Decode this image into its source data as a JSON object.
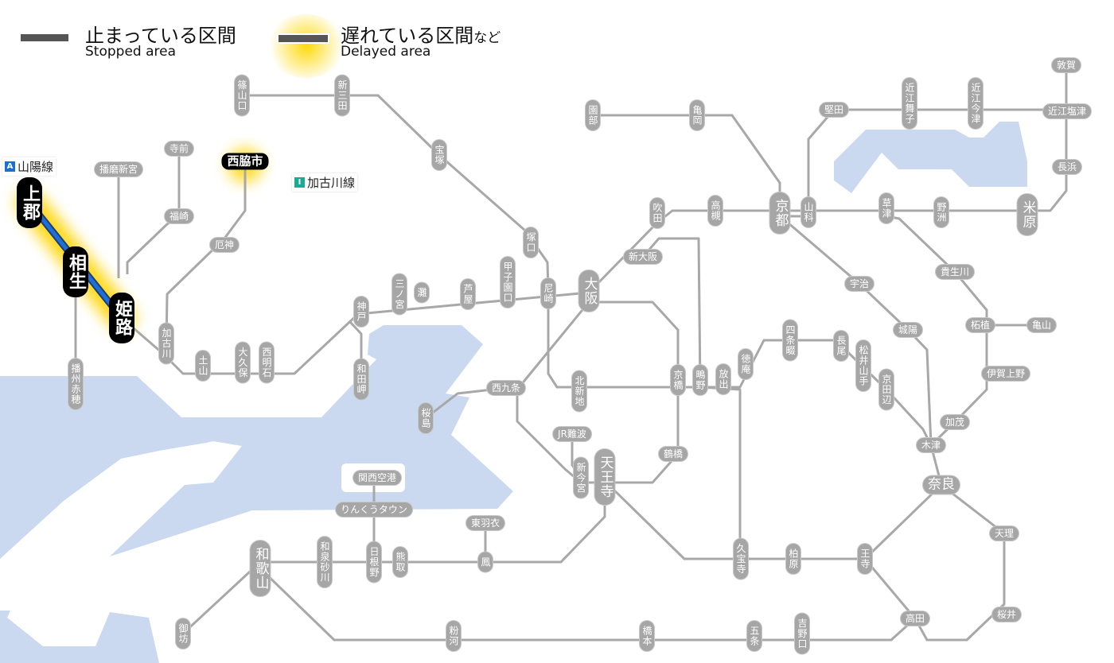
{
  "legend": {
    "stopped": {
      "label_jp": "止まっている区間",
      "label_en": "Stopped area"
    },
    "delayed": {
      "label_jp": "遅れている区間",
      "label_jp_suffix": "など",
      "label_en": "Delayed area"
    }
  },
  "routes": [
    {
      "badge": "A",
      "name": "山陽線",
      "color": "#1a6fd1"
    },
    {
      "badge": "I",
      "name": "加古川線",
      "color": "#1aab94"
    }
  ],
  "colors": {
    "line": "#a8a8a8",
    "water": "#cad8f0",
    "delayed_line": "#1e6fd6",
    "glow": "#ffd700"
  },
  "stations": [
    {
      "name": "篠山口"
    },
    {
      "name": "新三田"
    },
    {
      "name": "宝塚"
    },
    {
      "name": "寺前"
    },
    {
      "name": "播磨新宮"
    },
    {
      "name": "西脇市",
      "status": "delayed"
    },
    {
      "name": "福崎"
    },
    {
      "name": "厄神"
    },
    {
      "name": "上郡",
      "status": "delayed"
    },
    {
      "name": "相生",
      "status": "delayed"
    },
    {
      "name": "姫路",
      "status": "delayed"
    },
    {
      "name": "播州赤穂"
    },
    {
      "name": "加古川"
    },
    {
      "name": "土山"
    },
    {
      "name": "大久保"
    },
    {
      "name": "西明石"
    },
    {
      "name": "神戸"
    },
    {
      "name": "和田岬"
    },
    {
      "name": "三ノ宮"
    },
    {
      "name": "灘"
    },
    {
      "name": "芦屋"
    },
    {
      "name": "甲子園口"
    },
    {
      "name": "尼崎"
    },
    {
      "name": "塚口"
    },
    {
      "name": "大阪"
    },
    {
      "name": "新大阪"
    },
    {
      "name": "吹田"
    },
    {
      "name": "高槻"
    },
    {
      "name": "京都"
    },
    {
      "name": "山科"
    },
    {
      "name": "草津"
    },
    {
      "name": "野洲"
    },
    {
      "name": "米原"
    },
    {
      "name": "長浜"
    },
    {
      "name": "近江塩津"
    },
    {
      "name": "敦賀"
    },
    {
      "name": "近江今津"
    },
    {
      "name": "近江舞子"
    },
    {
      "name": "堅田"
    },
    {
      "name": "亀岡"
    },
    {
      "name": "園部"
    },
    {
      "name": "宇治"
    },
    {
      "name": "貴生川"
    },
    {
      "name": "城陽"
    },
    {
      "name": "柘植"
    },
    {
      "name": "亀山"
    },
    {
      "name": "伊賀上野"
    },
    {
      "name": "京田辺"
    },
    {
      "name": "松井山手"
    },
    {
      "name": "長尾"
    },
    {
      "name": "四条畷"
    },
    {
      "name": "徳庵"
    },
    {
      "name": "放出"
    },
    {
      "name": "鴫野"
    },
    {
      "name": "京橋"
    },
    {
      "name": "北新地"
    },
    {
      "name": "西九条"
    },
    {
      "name": "桜島"
    },
    {
      "name": "JR難波"
    },
    {
      "name": "新今宮"
    },
    {
      "name": "天王寺"
    },
    {
      "name": "鶴橋"
    },
    {
      "name": "加茂"
    },
    {
      "name": "木津"
    },
    {
      "name": "奈良"
    },
    {
      "name": "天理"
    },
    {
      "name": "桜井"
    },
    {
      "name": "王寺"
    },
    {
      "name": "柏原"
    },
    {
      "name": "久宝寺"
    },
    {
      "name": "高田"
    },
    {
      "name": "吉野口"
    },
    {
      "name": "五条"
    },
    {
      "name": "橋本"
    },
    {
      "name": "粉河"
    },
    {
      "name": "御坊"
    },
    {
      "name": "和歌山"
    },
    {
      "name": "和泉砂川"
    },
    {
      "name": "日根野"
    },
    {
      "name": "熊取"
    },
    {
      "name": "鳳"
    },
    {
      "name": "東羽衣"
    },
    {
      "name": "りんくうタウン"
    },
    {
      "name": "関西空港"
    }
  ]
}
